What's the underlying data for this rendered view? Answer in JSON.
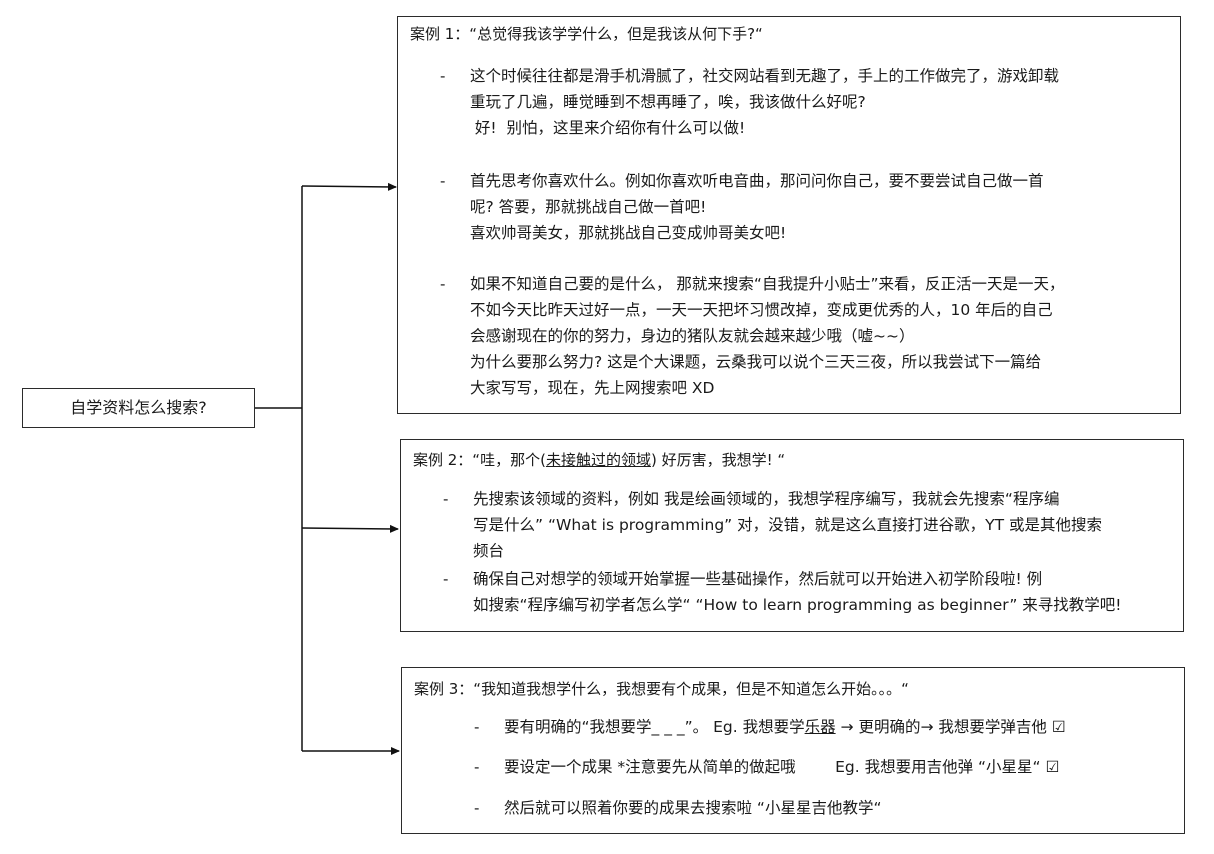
{
  "root": {
    "label": "自学资料怎么搜索?"
  },
  "case1": {
    "title": "案例 1：“总觉得我该学学什么，但是我该从何下手?“",
    "items": [
      {
        "lines": [
          "这个时候往往都是滑手机滑腻了，社交网站看到无趣了，手上的工作做完了，游戏卸载",
          "重玩了几遍，睡觉睡到不想再睡了，唉，我该做什么好呢?",
          " 好!  别怕，这里来介绍你有什么可以做!"
        ]
      },
      {
        "lines": [
          "首先思考你喜欢什么。例如你喜欢听电音曲，那问问你自己，要不要尝试自己做一首",
          "呢?  答要，那就挑战自己做一首吧!",
          "喜欢帅哥美女，那就挑战自己变成帅哥美女吧!"
        ]
      },
      {
        "lines": [
          "如果不知道自己要的是什么，  那就来搜索“自我提升小贴士”来看，反正活一天是一天，",
          "不如今天比昨天过好一点，一天一天把坏习惯改掉，变成更优秀的人，10 年后的自己",
          "会感谢现在的你的努力，身边的猪队友就会越来越少哦（嘘~~）",
          "为什么要那么努力?  这是个大课题，云桑我可以说个三天三夜，所以我尝试下一篇给",
          "大家写写，现在，先上网搜索吧 XD"
        ]
      }
    ]
  },
  "case2": {
    "title_prefix": "案例 2：“哇，那个(",
    "title_underlined": "未接触过的领域",
    "title_suffix": ") 好厉害，我想学!  “",
    "items": [
      {
        "lines": [
          "先搜索该领域的资料，例如 我是绘画领域的，我想学程序编写，我就会先搜索“程序编",
          "写是什么” “What is programming” 对，没错，就是这么直接打进谷歌，YT 或是其他搜索",
          "频台"
        ]
      },
      {
        "lines": [
          "确保自己对想学的领域开始掌握一些基础操作，然后就可以开始进入初学阶段啦!  例",
          "如搜索“程序编写初学者怎么学“ “How to learn programming as beginner” 来寻找教学吧!"
        ]
      }
    ]
  },
  "case3": {
    "title": "案例 3：“我知道我想学什么，我想要有个成果，但是不知道怎么开始。。。“",
    "items": [
      {
        "a": "要有明确的“我想要学_ _ _”。 Eg. 我想要学",
        "u": "乐器",
        "b": " → 更明确的→ 我想要学弹吉他 ☑"
      },
      {
        "a": "要设定一个成果 *注意要先从简单的做起哦        Eg. 我想要用吉他弹 “小星星“ ☑"
      },
      {
        "a": "然后就可以照着你要的成果去搜索啦 “小星星吉他教学“"
      }
    ]
  },
  "dash": "-"
}
